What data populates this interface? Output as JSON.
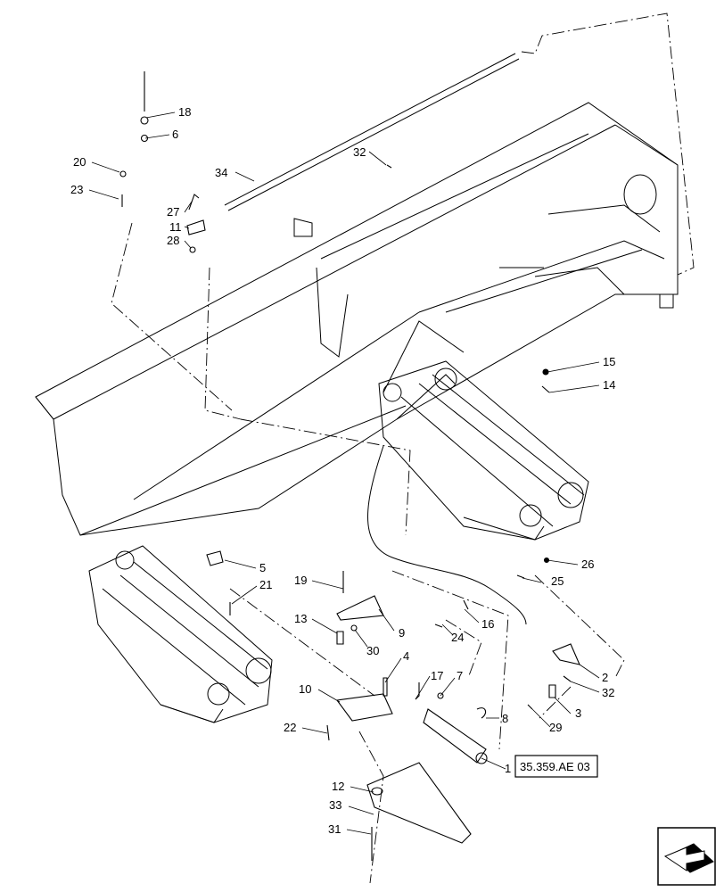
{
  "diagram": {
    "callouts": [
      "1",
      "2",
      "3",
      "4",
      "5",
      "6",
      "7",
      "8",
      "9",
      "10",
      "11",
      "12",
      "13",
      "14",
      "15",
      "16",
      "17",
      "18",
      "19",
      "20",
      "21",
      "22",
      "23",
      "24",
      "25",
      "26",
      "27",
      "28",
      "29",
      "30",
      "31",
      "32",
      "32b",
      "33",
      "34"
    ],
    "labels": {
      "c1": "1",
      "c2": "2",
      "c3": "3",
      "c4": "4",
      "c5": "5",
      "c6": "6",
      "c7": "7",
      "c8": "8",
      "c9": "9",
      "c10": "10",
      "c11": "11",
      "c12": "12",
      "c13": "13",
      "c14": "14",
      "c15": "15",
      "c16": "16",
      "c17": "17",
      "c18": "18",
      "c19": "19",
      "c20": "20",
      "c21": "21",
      "c22": "22",
      "c23": "23",
      "c24": "24",
      "c25": "25",
      "c26": "26",
      "c27": "27",
      "c28": "28",
      "c29": "29",
      "c30": "30",
      "c31": "31",
      "c32": "32",
      "c32b": "32",
      "c33": "33",
      "c34": "34"
    },
    "reference": "35.359.AE 03",
    "nav_icon": "next-page-arrow-icon"
  }
}
